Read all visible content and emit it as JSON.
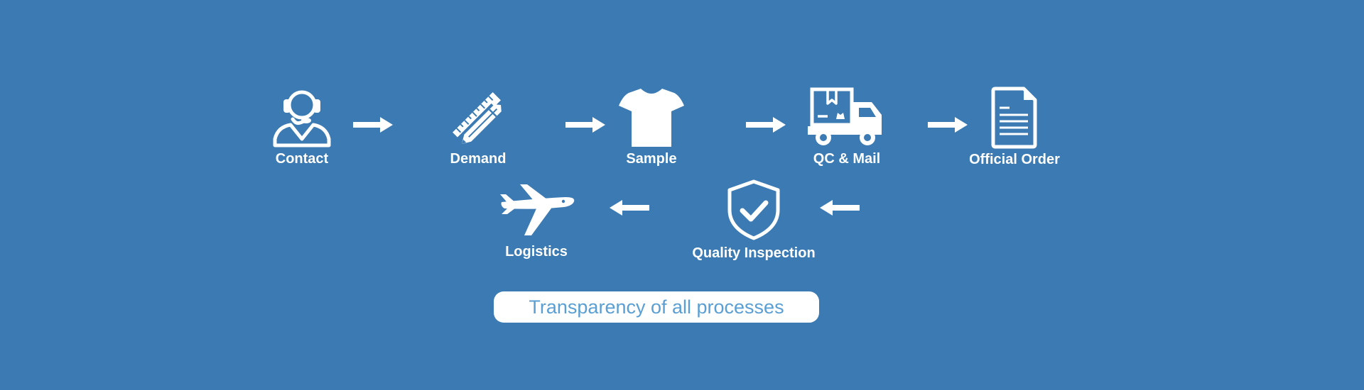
{
  "colors": {
    "background": "#3b7ab3",
    "foreground": "#ffffff",
    "badge_text": "#5a9fd4"
  },
  "steps": [
    {
      "label": "Contact",
      "icon": "headset-agent-icon"
    },
    {
      "label": "Demand",
      "icon": "ruler-pencil-icon"
    },
    {
      "label": "Sample",
      "icon": "tshirt-icon"
    },
    {
      "label": "QC & Mail",
      "icon": "delivery-truck-icon"
    },
    {
      "label": "Official Order",
      "icon": "document-icon"
    },
    {
      "label": "Quality Inspection",
      "icon": "shield-check-icon"
    },
    {
      "label": "Logistics",
      "icon": "airplane-icon"
    }
  ],
  "flow_arrows": [
    {
      "from": "Contact",
      "to": "Demand",
      "direction": "right"
    },
    {
      "from": "Demand",
      "to": "Sample",
      "direction": "right"
    },
    {
      "from": "Sample",
      "to": "QC & Mail",
      "direction": "right"
    },
    {
      "from": "QC & Mail",
      "to": "Official Order",
      "direction": "right"
    },
    {
      "from": "Official Order",
      "to": "Quality Inspection",
      "direction": "left"
    },
    {
      "from": "Quality Inspection",
      "to": "Logistics",
      "direction": "left"
    }
  ],
  "badge": {
    "text": "Transparency of all processes"
  }
}
